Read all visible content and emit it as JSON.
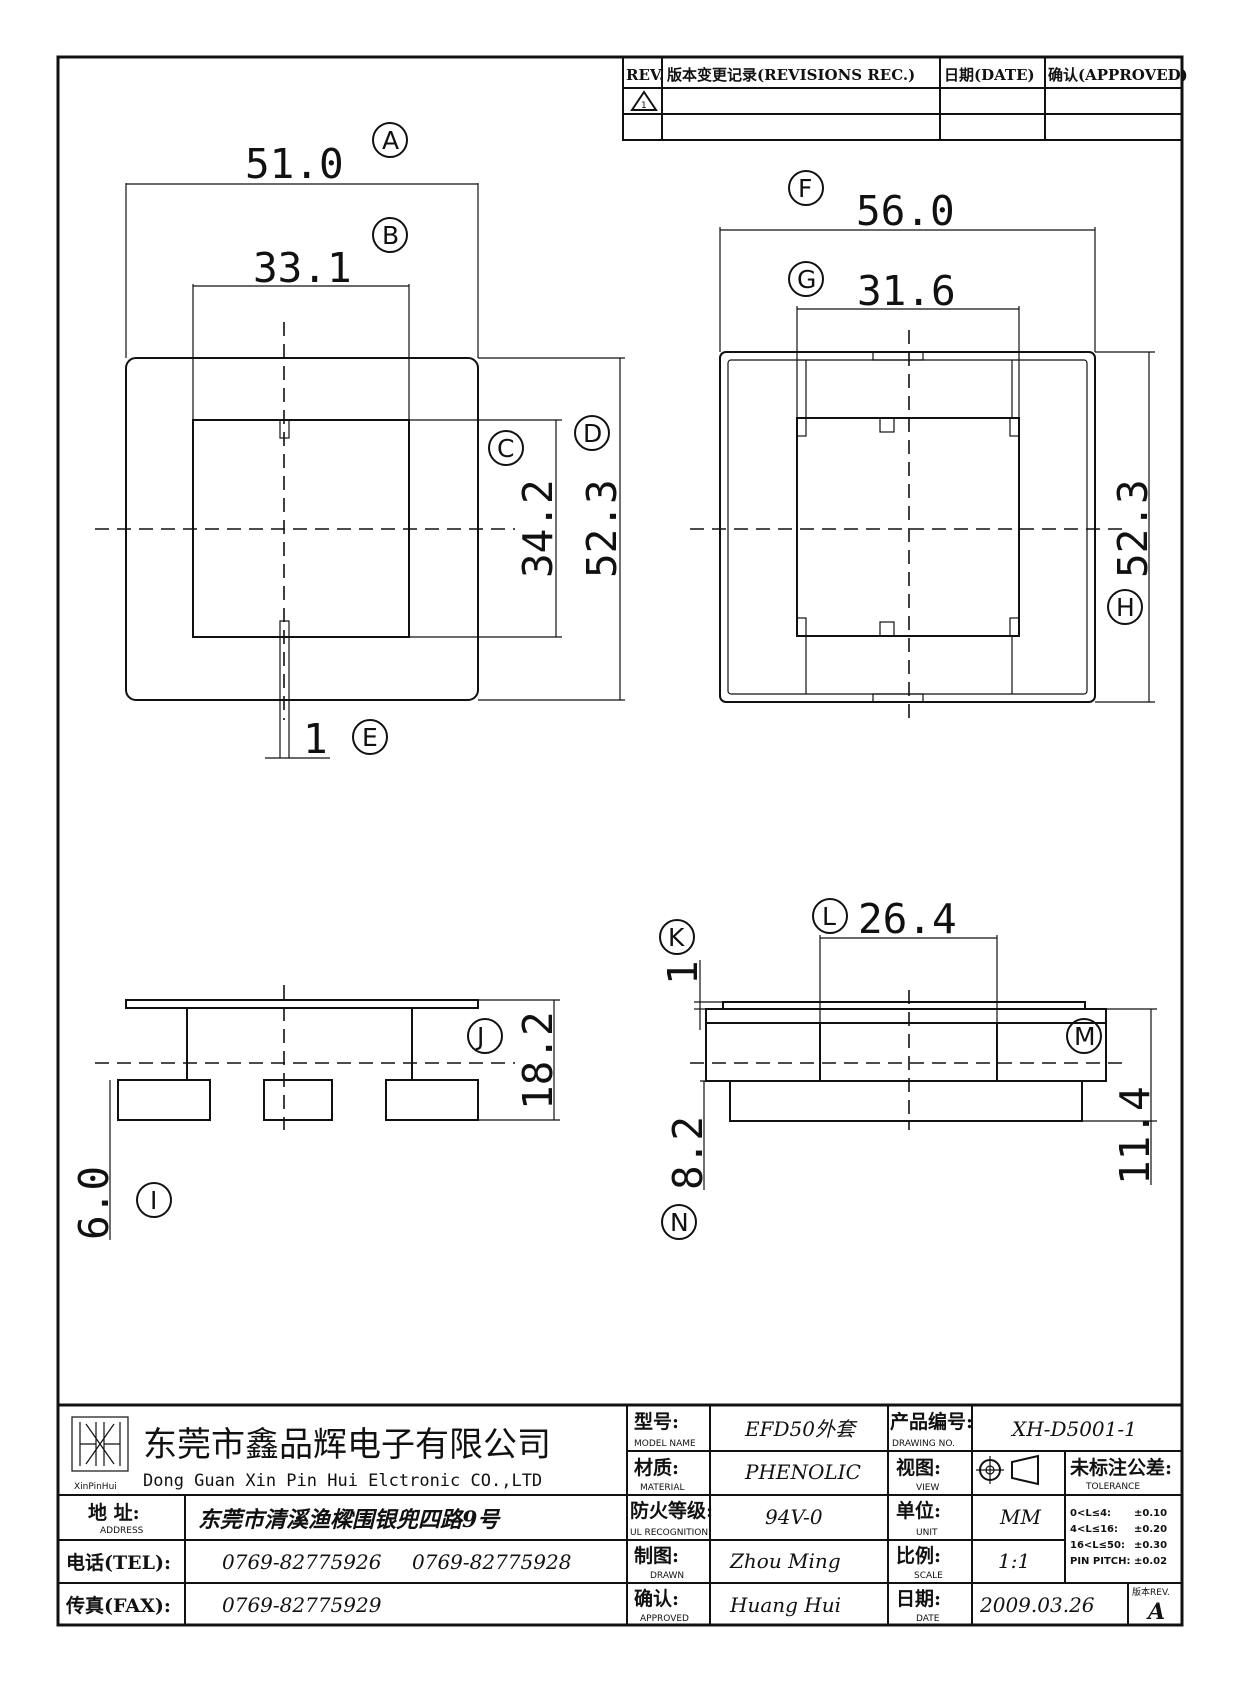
{
  "revision_table": {
    "headers": [
      "REV.",
      "版本变更记录(REVISIONS REC.)",
      "日期(DATE)",
      "确认(APPROVED)"
    ],
    "rows": [
      [
        "△1",
        "",
        "",
        ""
      ],
      [
        "",
        "",
        "",
        ""
      ]
    ]
  },
  "top_left_view": {
    "dimensions": [
      {
        "label": "A",
        "value": "51.0"
      },
      {
        "label": "B",
        "value": "33.1"
      },
      {
        "label": "C",
        "value": "34.2"
      },
      {
        "label": "D",
        "value": "52.3"
      },
      {
        "label": "E",
        "value": "1"
      }
    ]
  },
  "top_right_view": {
    "dimensions": [
      {
        "label": "F",
        "value": "56.0"
      },
      {
        "label": "G",
        "value": "31.6"
      },
      {
        "label": "H",
        "value": "52.3"
      }
    ]
  },
  "bottom_left_view": {
    "dimensions": [
      {
        "label": "J",
        "value": "18.2"
      },
      {
        "label": "I",
        "value": "6.0"
      }
    ]
  },
  "bottom_right_view": {
    "dimensions": [
      {
        "label": "L",
        "value": "26.4"
      },
      {
        "label": "K",
        "value": "1"
      },
      {
        "label": "M",
        "value": "11.4"
      },
      {
        "label": "N",
        "value": "8.2"
      }
    ]
  },
  "title_block": {
    "logo_text": "XinPinHui",
    "company_cn": "东莞市鑫品辉电子有限公司",
    "company_en": "Dong Guan Xin Pin Hui Elctronic CO.,LTD",
    "address_label": "地 址:",
    "address_label_en": "ADDRESS",
    "address": "东莞市清溪渔樑围银兜四路9号",
    "tel_label": "电话(TEL):",
    "tel1": "0769-82775926",
    "tel2": "0769-82775928",
    "fax_label": "传真(FAX):",
    "fax": "0769-82775929",
    "model_label": "型号:",
    "model_label_en": "MODEL NAME",
    "model": "EFD50外套",
    "material_label": "材质:",
    "material_label_en": "MATERIAL",
    "material": "PHENOLIC",
    "fire_label": "防火等级:",
    "fire_label_en": "UL RECOGNITION",
    "fire": "94V-0",
    "drawn_label": "制图:",
    "drawn_label_en": "DRAWN",
    "drawn": "Zhou Ming",
    "approved_label": "确认:",
    "approved_label_en": "APPROVED",
    "approved": "Huang Hui",
    "drawing_no_label": "产品编号:",
    "drawing_no_label_en": "DRAWING NO.",
    "drawing_no": "XH-D5001-1",
    "view_label": "视图:",
    "view_label_en": "VIEW",
    "unit_label": "单位:",
    "unit_label_en": "UNIT",
    "unit": "MM",
    "scale_label": "比例:",
    "scale_label_en": "SCALE",
    "scale": "1:1",
    "date_label": "日期:",
    "date_label_en": "DATE",
    "date": "2009.03.26",
    "tolerance_title": "未标注公差:",
    "tolerance_title_en": "TOLERANCE",
    "tolerances": [
      {
        "range": "0<L≤4:",
        "value": "±0.10"
      },
      {
        "range": "4<L≤16:",
        "value": "±0.20"
      },
      {
        "range": "16<L≤50:",
        "value": "±0.30"
      },
      {
        "range": "PIN PITCH:",
        "value": "±0.02"
      }
    ],
    "rev_label": "版本REV.",
    "rev": "A"
  }
}
